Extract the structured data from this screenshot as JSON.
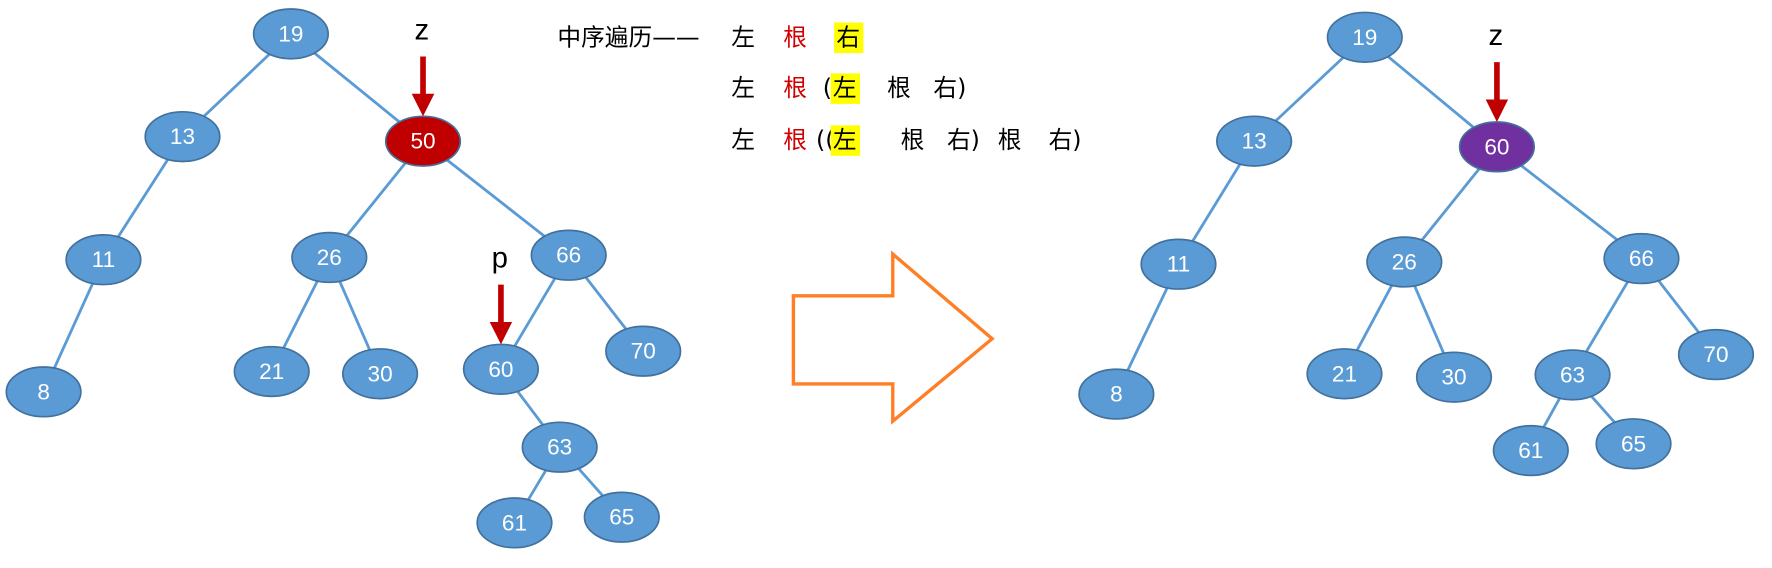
{
  "colors": {
    "node": "#5b9bd5",
    "edge": "#5b9bd5",
    "deleted": "#c00000",
    "replaced": "#7030a0",
    "arrow": "#c00000",
    "big_arrow": "#ff7f27",
    "highlight": "#ffff00",
    "root_text": "#d00000"
  },
  "traversal": {
    "title": "中序遍历——",
    "lines": [
      [
        {
          "t": "左",
          "c": "k"
        },
        {
          "t": "根",
          "c": "r"
        },
        {
          "t": "右",
          "c": "h"
        }
      ],
      [
        {
          "t": "左",
          "c": "k"
        },
        {
          "t": "根",
          "c": "r"
        },
        {
          "t": "(",
          "c": "k"
        },
        {
          "t": "左",
          "c": "h"
        },
        {
          "t": "根",
          "c": "k"
        },
        {
          "t": "右)",
          "c": "k"
        }
      ],
      [
        {
          "t": "左",
          "c": "k"
        },
        {
          "t": "根",
          "c": "r"
        },
        {
          "t": "((",
          "c": "k"
        },
        {
          "t": "左",
          "c": "h"
        },
        {
          "t": "根",
          "c": "k"
        },
        {
          "t": "右)",
          "c": "k"
        },
        {
          "t": "根",
          "c": "k"
        },
        {
          "t": "右)",
          "c": "k"
        }
      ]
    ]
  },
  "before_tree": {
    "nodes": [
      "19",
      "13",
      "50",
      "11",
      "26",
      "66",
      "8",
      "21",
      "30",
      "60",
      "70",
      "63",
      "61",
      "65"
    ],
    "highlight_node": "50",
    "edges": [
      [
        "19",
        "13"
      ],
      [
        "19",
        "50"
      ],
      [
        "13",
        "11"
      ],
      [
        "11",
        "8"
      ],
      [
        "50",
        "26"
      ],
      [
        "50",
        "66"
      ],
      [
        "26",
        "21"
      ],
      [
        "26",
        "30"
      ],
      [
        "66",
        "60"
      ],
      [
        "66",
        "70"
      ],
      [
        "60",
        "63"
      ],
      [
        "63",
        "61"
      ],
      [
        "63",
        "65"
      ]
    ],
    "pointers": [
      {
        "label": "z",
        "target": "50"
      },
      {
        "label": "p",
        "target": "60"
      }
    ]
  },
  "after_tree": {
    "nodes": [
      "19",
      "13",
      "60",
      "11",
      "26",
      "66",
      "8",
      "21",
      "30",
      "63",
      "70",
      "61",
      "65"
    ],
    "highlight_node": "60",
    "edges": [
      [
        "19",
        "13"
      ],
      [
        "19",
        "60"
      ],
      [
        "13",
        "11"
      ],
      [
        "11",
        "8"
      ],
      [
        "60",
        "26"
      ],
      [
        "60",
        "66"
      ],
      [
        "26",
        "21"
      ],
      [
        "26",
        "30"
      ],
      [
        "66",
        "63"
      ],
      [
        "66",
        "70"
      ],
      [
        "63",
        "61"
      ],
      [
        "63",
        "65"
      ]
    ],
    "pointers": [
      {
        "label": "z",
        "target": "60"
      }
    ]
  }
}
